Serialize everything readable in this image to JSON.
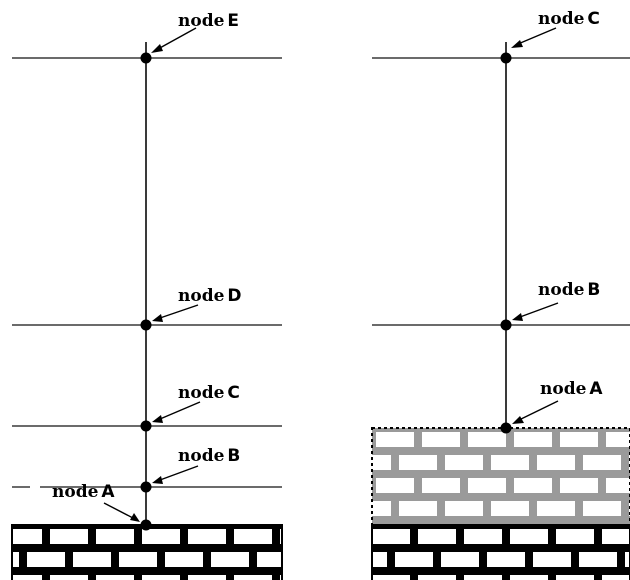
{
  "panels": [
    {
      "id": "left",
      "foundation": "solid-brick-base",
      "nodes": [
        {
          "prefix": "node",
          "letter": "E"
        },
        {
          "prefix": "node",
          "letter": "D"
        },
        {
          "prefix": "node",
          "letter": "C"
        },
        {
          "prefix": "node",
          "letter": "B"
        },
        {
          "prefix": "node",
          "letter": "A"
        }
      ]
    },
    {
      "id": "right",
      "foundation": "soft-brick-layer-over-solid-brick-base",
      "nodes": [
        {
          "prefix": "node",
          "letter": "C"
        },
        {
          "prefix": "node",
          "letter": "B"
        },
        {
          "prefix": "node",
          "letter": "A"
        }
      ]
    }
  ],
  "colors": {
    "line": "#3a3a3a",
    "node": "#000000",
    "brick_solid": "#000000",
    "brick_soft": "#9a9a9a",
    "background": "#ffffff"
  }
}
